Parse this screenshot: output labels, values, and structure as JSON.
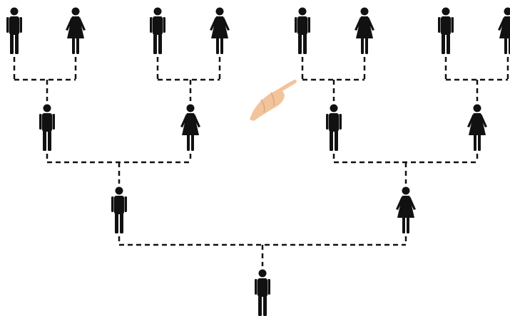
{
  "diagram": {
    "type": "family-tree",
    "ink_color": "#111111",
    "connector_style": "dashed",
    "generations": [
      {
        "level": 0,
        "people": [
          {
            "id": "g0-p0",
            "gender": "male"
          }
        ]
      },
      {
        "level": 1,
        "people": [
          {
            "id": "g1-p0",
            "gender": "male",
            "child_of": "g0-p0"
          },
          {
            "id": "g1-p1",
            "gender": "female",
            "child_of": "g0-p0"
          }
        ]
      },
      {
        "level": 2,
        "people": [
          {
            "id": "g2-p0",
            "gender": "male",
            "child_of": "g1-p0"
          },
          {
            "id": "g2-p1",
            "gender": "female",
            "child_of": "g1-p0"
          },
          {
            "id": "g2-p2",
            "gender": "male",
            "child_of": "g1-p1"
          },
          {
            "id": "g2-p3",
            "gender": "female",
            "child_of": "g1-p1"
          }
        ]
      },
      {
        "level": 3,
        "people": [
          {
            "id": "g3-p0",
            "gender": "male",
            "child_of": "g2-p0"
          },
          {
            "id": "g3-p1",
            "gender": "female",
            "child_of": "g2-p0"
          },
          {
            "id": "g3-p2",
            "gender": "male",
            "child_of": "g2-p1"
          },
          {
            "id": "g3-p3",
            "gender": "female",
            "child_of": "g2-p1"
          },
          {
            "id": "g3-p4",
            "gender": "male",
            "child_of": "g2-p2"
          },
          {
            "id": "g3-p5",
            "gender": "female",
            "child_of": "g2-p2"
          },
          {
            "id": "g3-p6",
            "gender": "male",
            "child_of": "g2-p3"
          },
          {
            "id": "g3-p7",
            "gender": "female",
            "child_of": "g2-p3"
          }
        ]
      }
    ],
    "pointer": {
      "icon": "pointing-hand-icon",
      "skin_color": "#f2c49b"
    }
  }
}
